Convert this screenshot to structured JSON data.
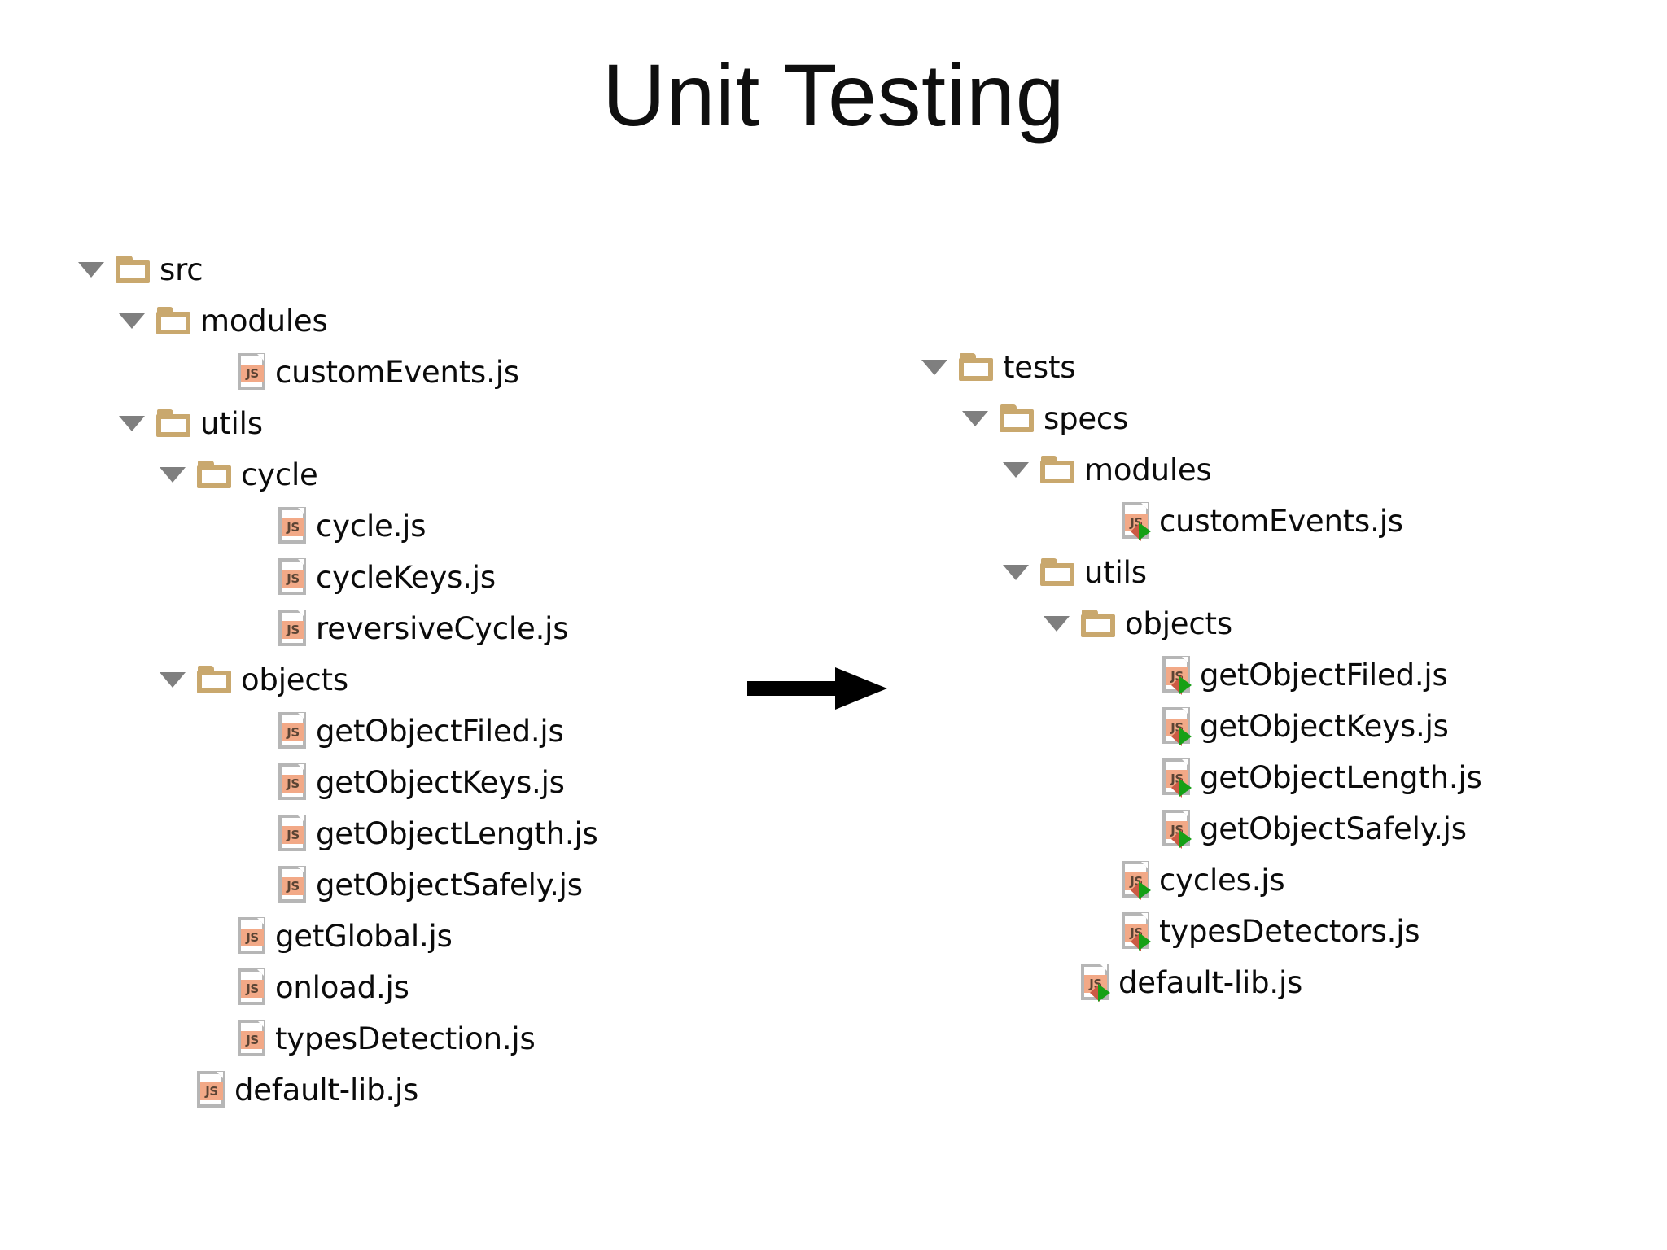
{
  "slide": {
    "title": "Unit Testing",
    "background_color": "#ffffff",
    "text_color": "#0b0b0b"
  },
  "colors": {
    "folder": "#c9a86e",
    "twisty": "#7f7f7f",
    "file_outline": "#b6b6b6",
    "js_badge": "#f2a987",
    "js_badge_text": "#5b4434",
    "test_badge_green": "#16a016",
    "test_badge_red": "#cb5a44",
    "arrow": "#000000"
  },
  "arrow": {
    "icon": "arrow-right-icon",
    "direction": "right"
  },
  "source_tree": {
    "name": "src-tree",
    "root_label": "src",
    "nodes": [
      {
        "label": "src",
        "type": "folder",
        "depth": 0,
        "expanded": true,
        "test": false
      },
      {
        "label": "modules",
        "type": "folder",
        "depth": 1,
        "expanded": true,
        "test": false
      },
      {
        "label": "customEvents.js",
        "type": "file",
        "depth": 3,
        "expanded": false,
        "test": false
      },
      {
        "label": "utils",
        "type": "folder",
        "depth": 1,
        "expanded": true,
        "test": false
      },
      {
        "label": "cycle",
        "type": "folder",
        "depth": 2,
        "expanded": true,
        "test": false
      },
      {
        "label": "cycle.js",
        "type": "file",
        "depth": 4,
        "expanded": false,
        "test": false
      },
      {
        "label": "cycleKeys.js",
        "type": "file",
        "depth": 4,
        "expanded": false,
        "test": false
      },
      {
        "label": "reversiveCycle.js",
        "type": "file",
        "depth": 4,
        "expanded": false,
        "test": false
      },
      {
        "label": "objects",
        "type": "folder",
        "depth": 2,
        "expanded": true,
        "test": false
      },
      {
        "label": "getObjectFiled.js",
        "type": "file",
        "depth": 4,
        "expanded": false,
        "test": false
      },
      {
        "label": "getObjectKeys.js",
        "type": "file",
        "depth": 4,
        "expanded": false,
        "test": false
      },
      {
        "label": "getObjectLength.js",
        "type": "file",
        "depth": 4,
        "expanded": false,
        "test": false
      },
      {
        "label": "getObjectSafely.js",
        "type": "file",
        "depth": 4,
        "expanded": false,
        "test": false
      },
      {
        "label": "getGlobal.js",
        "type": "file",
        "depth": 3,
        "expanded": false,
        "test": false
      },
      {
        "label": "onload.js",
        "type": "file",
        "depth": 3,
        "expanded": false,
        "test": false
      },
      {
        "label": "typesDetection.js",
        "type": "file",
        "depth": 3,
        "expanded": false,
        "test": false
      },
      {
        "label": "default-lib.js",
        "type": "file",
        "depth": 2,
        "expanded": false,
        "test": false
      }
    ]
  },
  "tests_tree": {
    "name": "tests-tree",
    "root_label": "tests",
    "nodes": [
      {
        "label": "tests",
        "type": "folder",
        "depth": 0,
        "expanded": true,
        "test": false
      },
      {
        "label": "specs",
        "type": "folder",
        "depth": 1,
        "expanded": true,
        "test": false
      },
      {
        "label": "modules",
        "type": "folder",
        "depth": 2,
        "expanded": true,
        "test": false
      },
      {
        "label": "customEvents.js",
        "type": "file",
        "depth": 4,
        "expanded": false,
        "test": true
      },
      {
        "label": "utils",
        "type": "folder",
        "depth": 2,
        "expanded": true,
        "test": false
      },
      {
        "label": "objects",
        "type": "folder",
        "depth": 3,
        "expanded": true,
        "test": false
      },
      {
        "label": "getObjectFiled.js",
        "type": "file",
        "depth": 5,
        "expanded": false,
        "test": true
      },
      {
        "label": "getObjectKeys.js",
        "type": "file",
        "depth": 5,
        "expanded": false,
        "test": true
      },
      {
        "label": "getObjectLength.js",
        "type": "file",
        "depth": 5,
        "expanded": false,
        "test": true
      },
      {
        "label": "getObjectSafely.js",
        "type": "file",
        "depth": 5,
        "expanded": false,
        "test": true
      },
      {
        "label": "cycles.js",
        "type": "file",
        "depth": 4,
        "expanded": false,
        "test": true
      },
      {
        "label": "typesDetectors.js",
        "type": "file",
        "depth": 4,
        "expanded": false,
        "test": true
      },
      {
        "label": "default-lib.js",
        "type": "file",
        "depth": 3,
        "expanded": false,
        "test": true
      }
    ]
  }
}
